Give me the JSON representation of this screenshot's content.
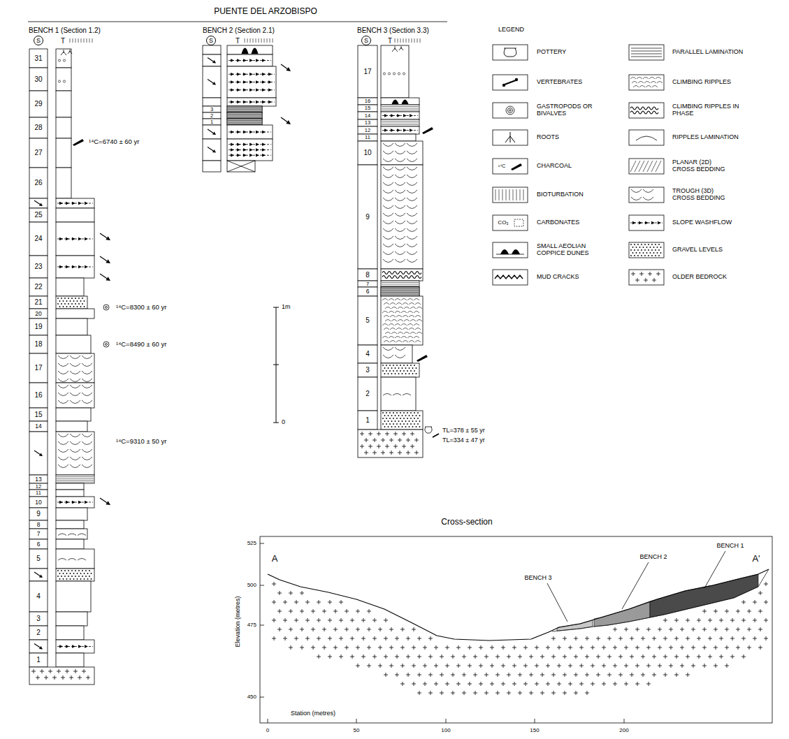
{
  "diagram": {
    "title": "PUENTE DEL ARZOBISPO",
    "labels": [
      "BENCH 1 (Section 1.2)",
      "S",
      "T",
      "BENCH 2 (Section 2.1)",
      "S",
      "T",
      "BENCH 3 (Section 3.3)",
      "S",
      "T",
      "31",
      "30",
      "29",
      "28",
      "27",
      "26",
      "25",
      "24",
      "23",
      "22",
      "21",
      "20",
      "19",
      "18",
      "17",
      "16",
      "15",
      "14",
      "13",
      "12",
      "11",
      "10",
      "9",
      "8",
      "7",
      "6",
      "5",
      "4",
      "3",
      "2",
      "1",
      "¹⁴C=6740 ± 60 yr",
      "¹⁴C=8300 ± 60 yr",
      "¹⁴C=8490 ± 60 yr",
      "¹⁴C=9310 ± 50 yr",
      "3",
      "2",
      "1",
      "17",
      "16",
      "15",
      "14",
      "13",
      "12",
      "11",
      "10",
      "9",
      "8",
      "7",
      "6",
      "5",
      "4",
      "3",
      "2",
      "1",
      "TL=378 ± 55 yr",
      "TL=334 ± 47 yr",
      "1m",
      "0",
      "LEGEND",
      "¹⁴C",
      "CO₃",
      "Cross-section",
      "A",
      "A'",
      "BENCH 3",
      "BENCH 2",
      "BENCH 1",
      "Elevation (metres)",
      "Station (metres)",
      "525",
      "500",
      "475",
      "450",
      "0",
      "50",
      "100",
      "150",
      "200"
    ],
    "legend": [
      {
        "text": "POTTERY"
      },
      {
        "text": "VERTEBRATES"
      },
      {
        "text": "GASTROPODS OR BIVALVES"
      },
      {
        "text": "ROOTS"
      },
      {
        "text": "CHARCOAL"
      },
      {
        "text": "BIOTURBATION"
      },
      {
        "text": "CARBONATES"
      },
      {
        "text": "SMALL AEOLIAN COPPICE DUNES"
      },
      {
        "text": "MUD CRACKS"
      },
      {
        "text": "PARALLEL LAMINATION"
      },
      {
        "text": "CLIMBING RIPPLES"
      },
      {
        "text": "CLIMBING RIPPLES IN PHASE"
      },
      {
        "text": "RIPPLES LAMINATION"
      },
      {
        "text": "PLANAR (2D) CROSS BEDDING"
      },
      {
        "text": "TROUGH (3D) CROSS BEDDING"
      },
      {
        "text": "SLOPE WASHFLOW"
      },
      {
        "text": "GRAVEL LEVELS"
      },
      {
        "text": "OLDER BEDROCK"
      }
    ]
  }
}
